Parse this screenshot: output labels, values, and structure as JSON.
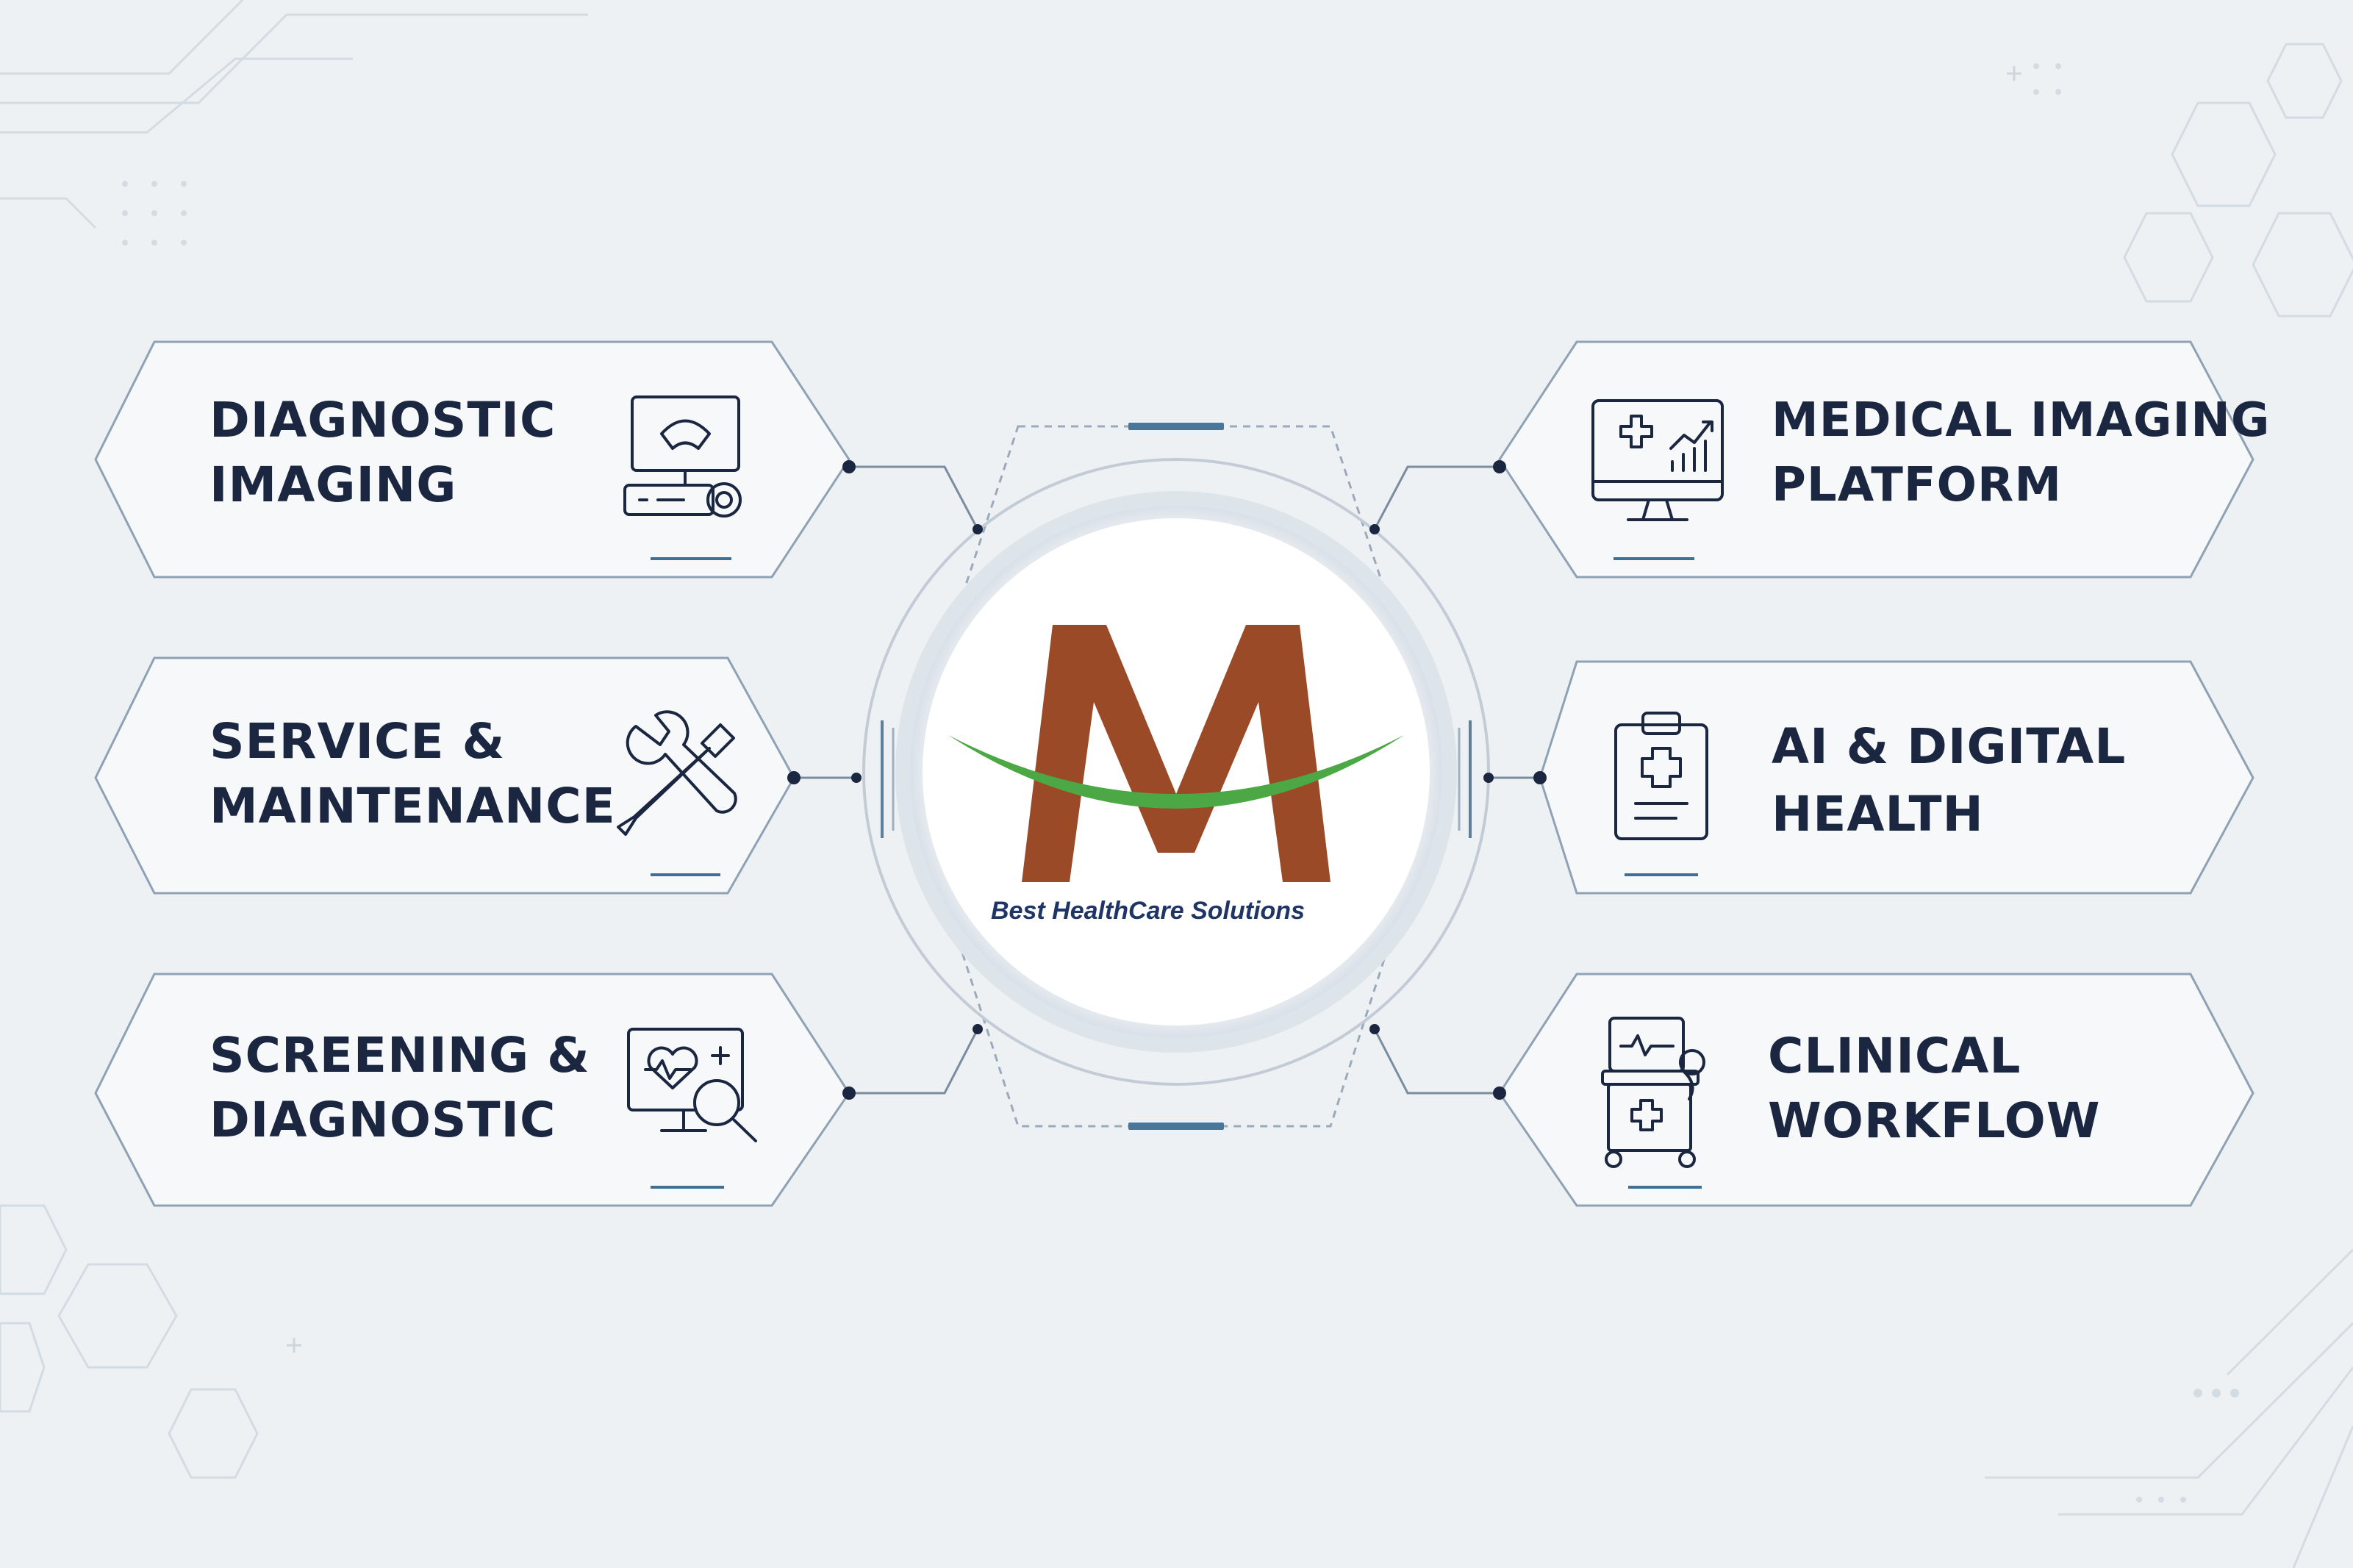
{
  "colors": {
    "background": "#eef1f4",
    "text": "#1b2740",
    "card_fill": "#f6f8fa",
    "card_stroke": "#8fa2b5",
    "accent": "#3e6f94",
    "logo_brown": "#9a4a26",
    "logo_green": "#4ca845",
    "logo_text": "#1e3566"
  },
  "logo": {
    "letter": "M",
    "tagline": "Best HealthCare Solutions"
  },
  "cards": [
    {
      "id": "diagnostic-imaging",
      "side": "left",
      "icon": "ultrasound-machine-icon",
      "lines": [
        "DIAGNOSTIC",
        "IMAGING"
      ]
    },
    {
      "id": "service-maintenance",
      "side": "left",
      "icon": "wrench-screwdriver-icon",
      "lines": [
        "SERVICE &",
        "MAINTENANCE"
      ]
    },
    {
      "id": "screening-diagnostic",
      "side": "left",
      "icon": "monitor-heart-search-icon",
      "lines": [
        "SCREENING &",
        "DIAGNOSTIC"
      ]
    },
    {
      "id": "medical-imaging-platform",
      "side": "right",
      "icon": "monitor-analytics-icon",
      "lines": [
        "MEDICAL IMAGING",
        "PLATFORM"
      ]
    },
    {
      "id": "ai-digital-health",
      "side": "right",
      "icon": "medical-clipboard-icon",
      "lines": [
        "AI & DIGITAL",
        "HEALTH"
      ]
    },
    {
      "id": "clinical-workflow",
      "side": "right",
      "icon": "medical-cart-icon",
      "lines": [
        "CLINICAL",
        "WORKFLOW"
      ]
    }
  ]
}
